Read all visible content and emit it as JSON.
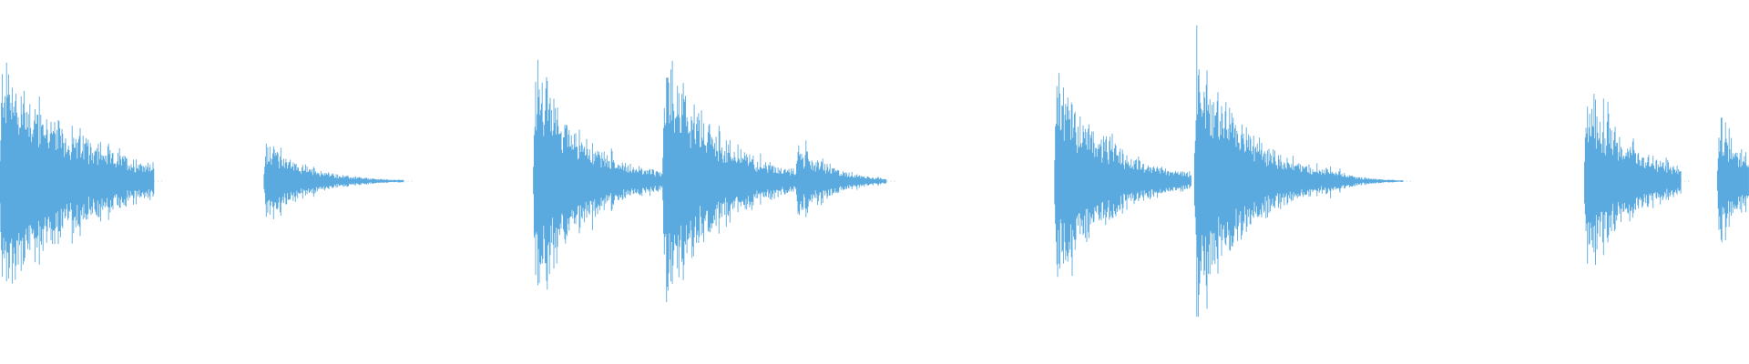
{
  "waveform": {
    "color": "#5aaae0",
    "hits": [
      {
        "t": 0.0,
        "peak": 0.76,
        "decay": 0.045,
        "duration": 0.088
      },
      {
        "t": 0.151,
        "peak": 0.27,
        "decay": 0.022,
        "duration": 0.08
      },
      {
        "t": 0.305,
        "peak": 0.76,
        "decay": 0.028,
        "duration": 0.095
      },
      {
        "t": 0.379,
        "peak": 0.78,
        "decay": 0.032,
        "duration": 0.09
      },
      {
        "t": 0.455,
        "peak": 0.24,
        "decay": 0.02,
        "duration": 0.052
      },
      {
        "t": 0.603,
        "peak": 0.68,
        "decay": 0.03,
        "duration": 0.078
      },
      {
        "t": 0.683,
        "peak": 0.84,
        "decay": 0.03,
        "duration": 0.085
      },
      {
        "t": 0.757,
        "peak": 0.1,
        "decay": 0.015,
        "duration": 0.045
      },
      {
        "t": 0.906,
        "peak": 0.6,
        "decay": 0.028,
        "duration": 0.055
      },
      {
        "t": 0.982,
        "peak": 0.4,
        "decay": 0.02,
        "duration": 0.018
      }
    ]
  }
}
